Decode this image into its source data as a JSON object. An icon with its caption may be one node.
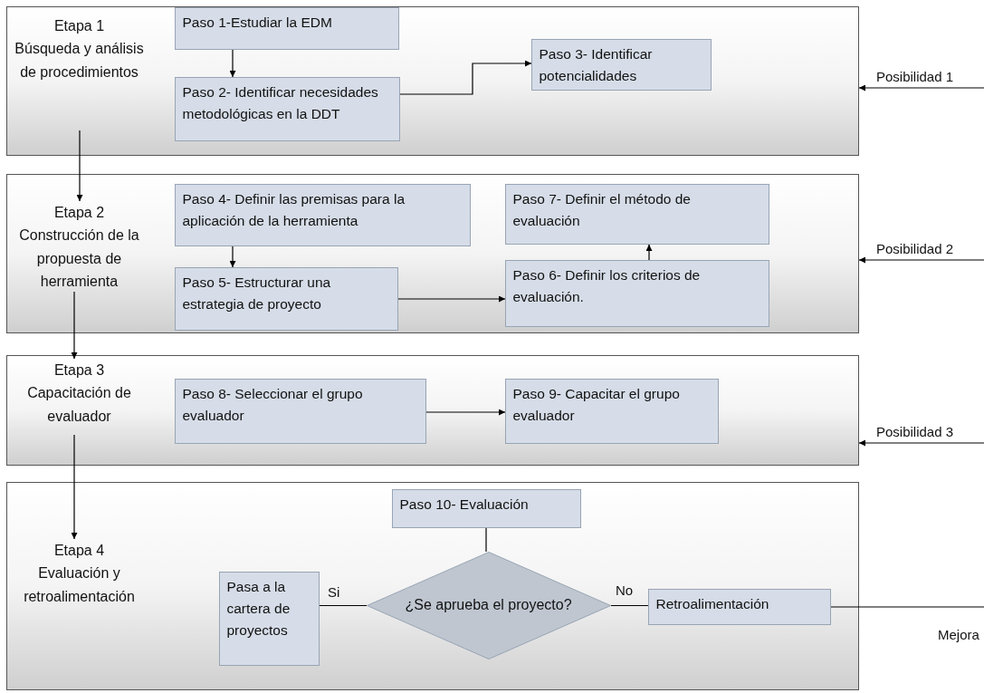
{
  "diagram": {
    "nodes": [
      {
        "text": [],
        "shape": "box"
      },
      {
        "text": [
          "Etapa 1",
          "Búsqueda y análisis de procedimientos"
        ],
        "in": 0
      },
      {
        "text": [
          "Paso 1-Estudiar la EDM"
        ],
        "in": 0
      },
      {
        "text": [
          "Paso 2- Identificar necesidades metodológicas en la DDT"
        ],
        "in": 0
      },
      {
        "text": [
          "Paso 3- Identificar potencialidades"
        ],
        "in": 0
      },
      {
        "text": [],
        "shape": "box"
      },
      {
        "text": [
          "Etapa 2",
          "Construcción de la propuesta de herramienta"
        ],
        "in": 5
      },
      {
        "text": [
          "Paso 4- Definir las premisas para la aplicación de la herramienta"
        ],
        "in": 5
      },
      {
        "text": [
          "Paso 5- Estructurar una estrategia de proyecto"
        ],
        "in": 5
      },
      {
        "text": [
          "Paso 6- Definir los criterios de evaluación."
        ],
        "in": 5
      },
      {
        "text": [
          "Paso 7- Definir el método de evaluación"
        ],
        "in": 5
      },
      {
        "text": [],
        "shape": "box"
      },
      {
        "text": [
          "Etapa 3",
          "Capacitación de evaluador"
        ],
        "in": 11
      },
      {
        "text": [
          "Paso 8- Seleccionar el grupo evaluador"
        ],
        "in": 11
      },
      {
        "text": [
          "Paso 9- Capacitar el grupo evaluador"
        ],
        "in": 11
      },
      {
        "text": [],
        "shape": "box"
      },
      {
        "text": [
          "Etapa 4",
          "Evaluación y retroalimentación"
        ],
        "in": 15
      },
      {
        "text": [
          "Paso 10- Evaluación"
        ],
        "in": 15
      },
      {
        "text": [
          "Pasa a la cartera de proyectos"
        ],
        "in": 15
      },
      {
        "text": [
          "¿Se aprueba el proyecto?"
        ],
        "in": 15
      },
      {
        "text": [
          "Retroalimentación"
        ],
        "in": 15
      }
    ],
    "edges": [
      {
        "from": 1,
        "to": 6,
        "arrow": "to"
      },
      {
        "from": 2,
        "to": 3,
        "arrow": "to"
      },
      {
        "from": 3,
        "to": 4,
        "arrow": "to"
      },
      {
        "from": 7,
        "to": 8,
        "arrow": "to"
      },
      {
        "from": 8,
        "to": 9,
        "arrow": "to"
      },
      {
        "from": 9,
        "to": 10,
        "arrow": "to"
      },
      {
        "from": 6,
        "to": 12,
        "arrow": "to"
      },
      {
        "from": 13,
        "to": 14,
        "arrow": "to"
      },
      {
        "from": 12,
        "to": 16,
        "arrow": "to"
      },
      {
        "from": 17,
        "to": 19,
        "arrow": "none"
      },
      {
        "from": 19,
        "to": 18,
        "arrow": "none",
        "label": "Si"
      },
      {
        "from": 19,
        "to": 20,
        "arrow": "none",
        "label": "No"
      },
      {
        "from": 20,
        "to": null,
        "arrow": "none",
        "label": "Mejora"
      },
      {
        "from": null,
        "to": 0,
        "arrow": "to",
        "label": "Posibilidad 1"
      },
      {
        "from": null,
        "to": 5,
        "arrow": "to",
        "label": "Posibilidad 2"
      },
      {
        "from": null,
        "to": 11,
        "arrow": "to",
        "label": "Posibilidad 3"
      }
    ]
  }
}
